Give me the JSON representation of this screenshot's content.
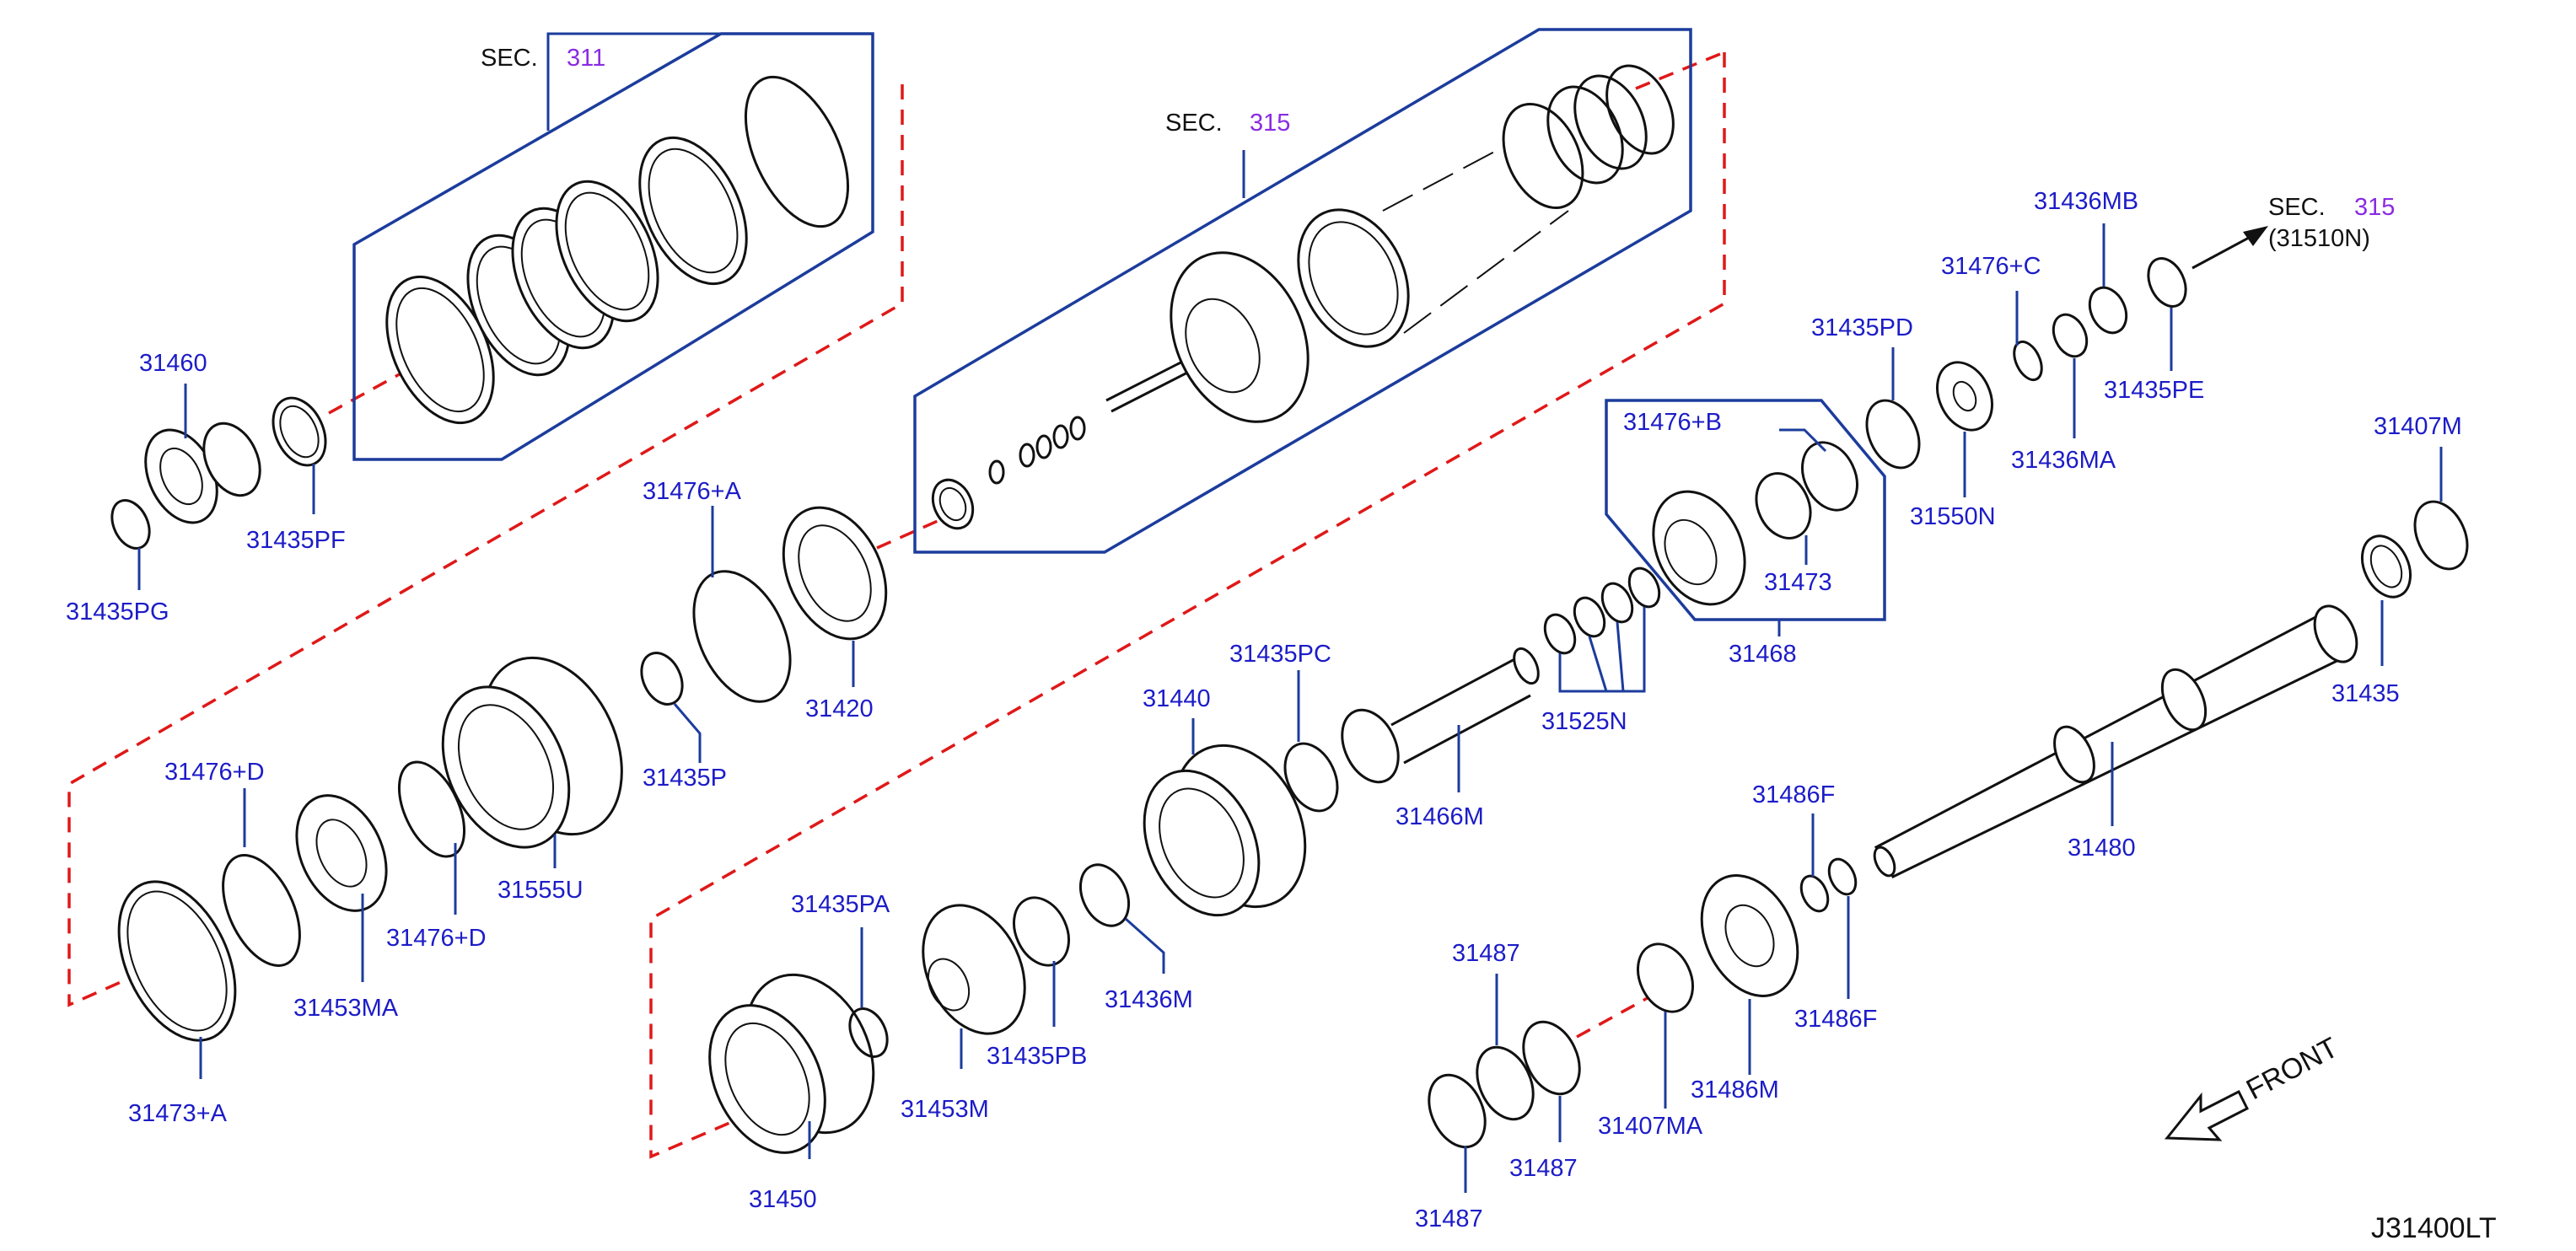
{
  "labels": {
    "sec311": "SEC.",
    "sec311_num": "311",
    "sec315a": "SEC.",
    "sec315a_num": "315",
    "sec315b": "SEC.",
    "sec315b_num": "315",
    "sec315b_sub": "(31510N)",
    "p31460": "31460",
    "p31435PG": "31435PG",
    "p31435PF": "31435PF",
    "p31476A": "31476+A",
    "p31435P": "31435P",
    "p31420": "31420",
    "p31476D_top": "31476+D",
    "p31476D_bot": "31476+D",
    "p31555U": "31555U",
    "p31453MA": "31453MA",
    "p31473A": "31473+A",
    "p31435PA": "31435PA",
    "p31450": "31450",
    "p31453M": "31453M",
    "p31435PB": "31435PB",
    "p31436M": "31436M",
    "p31440": "31440",
    "p31435PC": "31435PC",
    "p31466M": "31466M",
    "p31525N": "31525N",
    "p31476B": "31476+B",
    "p31473": "31473",
    "p31468": "31468",
    "p31435PD": "31435PD",
    "p31550N": "31550N",
    "p31476C": "31476+C",
    "p31436MB": "31436MB",
    "p31436MA": "31436MA",
    "p31435PE": "31435PE",
    "p31407M": "31407M",
    "p31435": "31435",
    "p31480": "31480",
    "p31486F_top": "31486F",
    "p31486F_bot": "31486F",
    "p31486M": "31486M",
    "p31407MA": "31407MA",
    "p31487_a": "31487",
    "p31487_b": "31487",
    "p31487_c": "31487",
    "front": "FRONT",
    "drawing_code": "J31400LT"
  },
  "colors": {
    "label": "#1c1cc8",
    "leader": "#1c3c9c",
    "dashed_guide": "#e01818",
    "section_number": "#8a2be2"
  }
}
